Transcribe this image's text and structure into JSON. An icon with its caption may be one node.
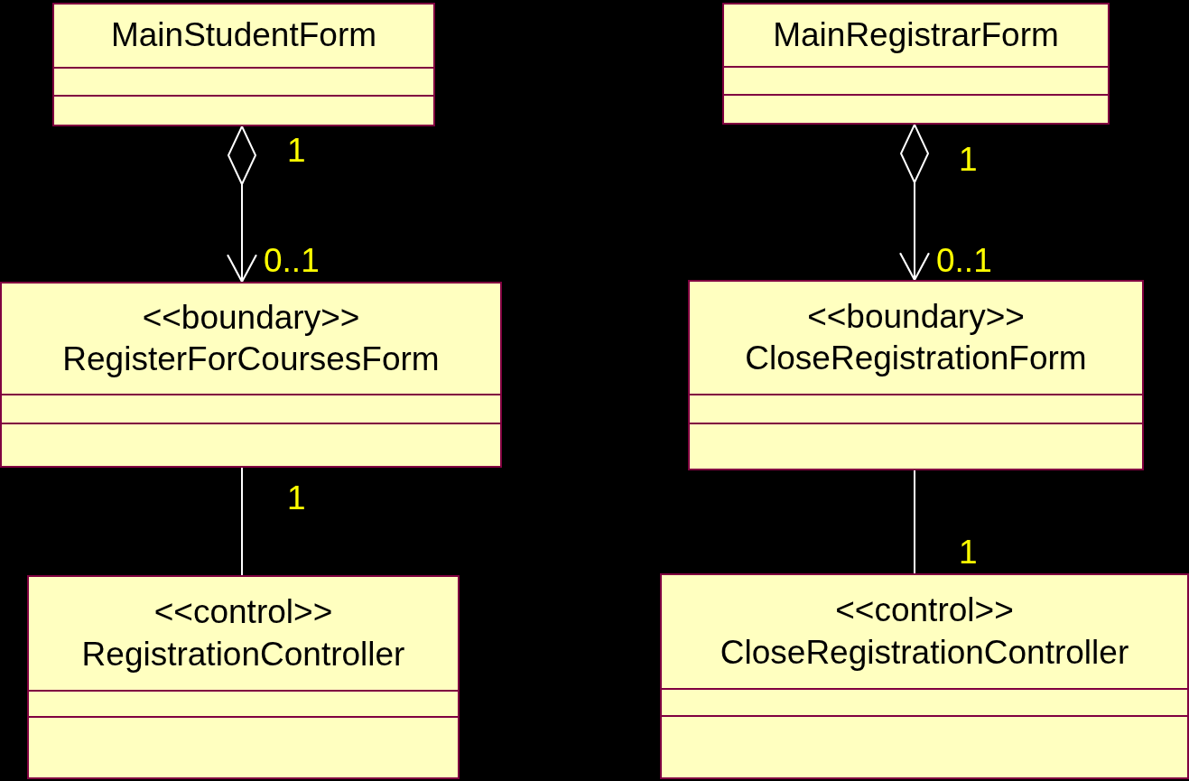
{
  "diagram": {
    "nodes": [
      {
        "text": [
          "MainStudentForm"
        ]
      },
      {
        "text": [
          "MainRegistrarForm"
        ]
      },
      {
        "text": [
          "<<boundary>>",
          "RegisterForCoursesForm"
        ]
      },
      {
        "text": [
          "<<boundary>>",
          "CloseRegistrationForm"
        ]
      },
      {
        "text": [
          "<<control>>",
          "RegistrationController"
        ]
      },
      {
        "text": [
          "<<control>>",
          "CloseRegistrationController"
        ]
      }
    ],
    "edges": [
      {
        "from": 0,
        "to": 2,
        "arrow": "to"
      },
      {
        "from": 1,
        "to": 3,
        "arrow": "to"
      },
      {
        "from": 2,
        "to": 4,
        "arrow": "none"
      },
      {
        "from": 3,
        "to": 5,
        "arrow": "none"
      }
    ],
    "labels": [
      "1",
      "0..1",
      "1",
      "1",
      "0..1",
      "1"
    ]
  }
}
